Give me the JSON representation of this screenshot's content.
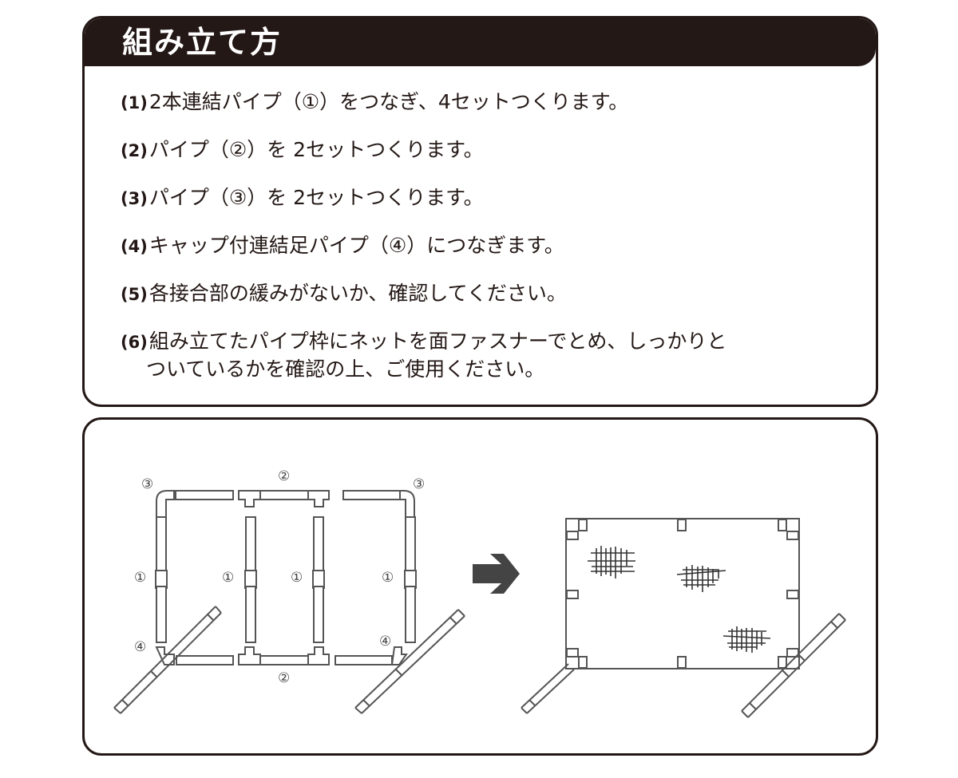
{
  "header": {
    "title": "組み立て方"
  },
  "steps": [
    {
      "num": "(1)",
      "text": "2本連結パイプ（①）をつなぎ、4セットつくります。"
    },
    {
      "num": "(2)",
      "text": "パイプ（②）を 2セットつくります。"
    },
    {
      "num": "(3)",
      "text": "パイプ（③）を 2セットつくります。"
    },
    {
      "num": "(4)",
      "text": "キャップ付連結足パイプ（④）につなぎます。"
    },
    {
      "num": "(5)",
      "text": "各接合部の緩みがないか、確認してください。"
    },
    {
      "num": "(6)",
      "text": "組み立てたパイプ枠にネットを面ファスナーでとめ、しっかりと",
      "continuation": "ついているかを確認の上、ご使用ください。"
    }
  ],
  "diagram": {
    "part_labels": {
      "pipe_1": "①",
      "pipe_2": "②",
      "pipe_3": "③",
      "pipe_4": "④"
    },
    "arrow_icon": "right-arrow",
    "colors": {
      "line": "#555555",
      "header_bg": "#231815",
      "arrow": "#444444"
    }
  }
}
